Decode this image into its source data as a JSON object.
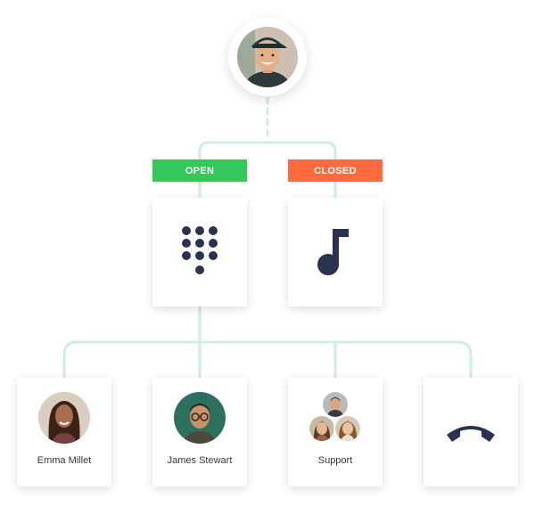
{
  "branches": {
    "open_label": "OPEN",
    "closed_label": "CLOSED"
  },
  "icons": {
    "dialpad": "dialpad-icon",
    "music": "music-note-icon",
    "hangup": "hang-up-icon"
  },
  "destinations": [
    {
      "label": "Emma Millet"
    },
    {
      "label": "James Stewart"
    },
    {
      "label": "Support"
    }
  ],
  "colors": {
    "open": "#34c759",
    "closed": "#ff6a3d",
    "connector": "#cfeedd",
    "icon": "#2b3250"
  }
}
